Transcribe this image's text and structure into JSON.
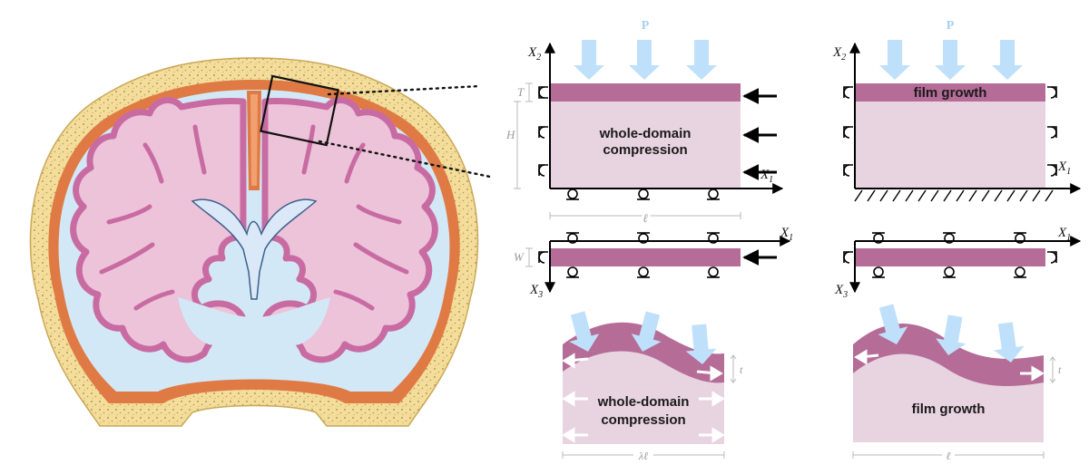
{
  "colors": {
    "skin": "#f4dd9a",
    "skull_dots": "#b49a55",
    "dura": "#e07a45",
    "csf": "#d3e8f6",
    "brain": "#ecc3d8",
    "cortex": "#c96ba3",
    "film": "#b56c97",
    "substrate": "#e8d3e1",
    "load_arrow": "#bfe0fa",
    "dimension": "#b9b9b9"
  },
  "brain_figure": {
    "zoom_box": "rectangle"
  },
  "panel_compression": {
    "load_label": "P",
    "axis_x1": "X",
    "axis_x1_sub": "1",
    "axis_x2": "X",
    "axis_x2_sub": "2",
    "axis_x3": "X",
    "axis_x3_sub": "3",
    "dim_T": "T",
    "dim_H": "H",
    "dim_W": "W",
    "dim_length": "ℓ",
    "label_line1": "whole-domain",
    "label_line2": "compression"
  },
  "panel_growth": {
    "load_label": "P",
    "axis_x1": "X",
    "axis_x1_sub": "1",
    "axis_x2": "X",
    "axis_x2_sub": "2",
    "axis_x3": "X",
    "axis_x3_sub": "3",
    "film_label": "film growth"
  },
  "deformed_compression": {
    "label_line1": "whole-domain",
    "label_line2": "compression",
    "dim_t": "t",
    "dim_length": "λℓ"
  },
  "deformed_growth": {
    "label": "film growth",
    "dim_t": "t",
    "dim_length": "ℓ"
  }
}
